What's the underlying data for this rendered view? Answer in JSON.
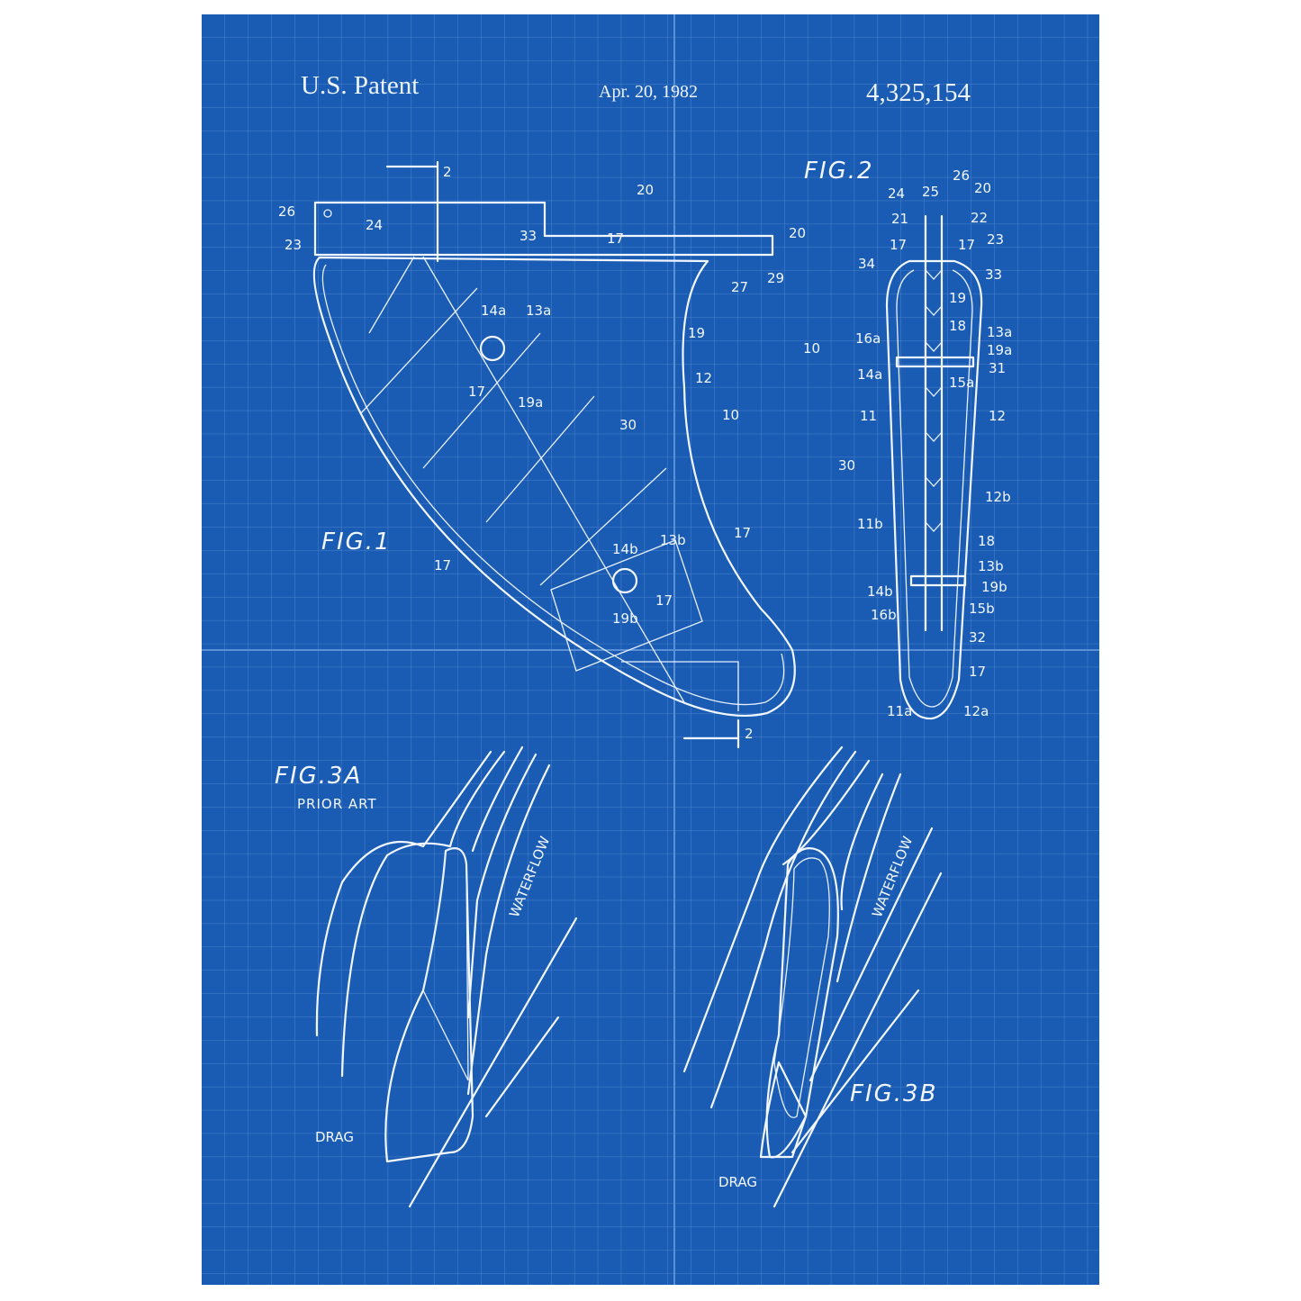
{
  "header": {
    "title": "U.S. Patent",
    "date": "Apr. 20, 1982",
    "number": "4,325,154"
  },
  "figures": {
    "fig1": "FIG.1",
    "fig2": "FIG.2",
    "fig3a": "FIG.3A",
    "fig3a_sub": "PRIOR ART",
    "fig3b": "FIG.3B"
  },
  "annotations": {
    "waterflow": "WATERFLOW",
    "drag": "DRAG",
    "section": "2"
  },
  "fig1_labels": [
    "26",
    "24",
    "23",
    "33",
    "17",
    "20",
    "27",
    "29",
    "20",
    "14a",
    "13a",
    "19",
    "17",
    "19a",
    "12",
    "30",
    "10",
    "17",
    "17",
    "14b",
    "13b",
    "17",
    "19b"
  ],
  "fig2_labels": [
    "24",
    "25",
    "26",
    "20",
    "21",
    "22",
    "17",
    "17",
    "23",
    "34",
    "33",
    "19",
    "18",
    "16a",
    "13a",
    "19a",
    "10",
    "14a",
    "31",
    "15a",
    "11",
    "12",
    "30",
    "12b",
    "11b",
    "18",
    "13b",
    "14b",
    "19b",
    "16b",
    "15b",
    "32",
    "17",
    "11a",
    "12a"
  ],
  "colors": {
    "background": "#1a5cb3",
    "grid": "#4d86cf",
    "ink": "#f2f7ff"
  }
}
